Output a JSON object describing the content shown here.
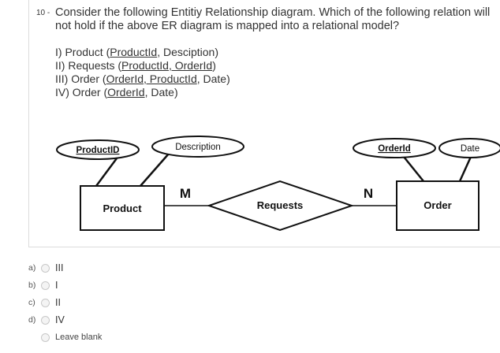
{
  "question": {
    "number": "10 -",
    "text": "Consider the following Entitiy Relationship diagram. Which of the following relation will not hold if the above ER diagram is mapped into a relational model?",
    "statements": [
      {
        "prefix": "I) Product (",
        "keys": [
          "ProductId"
        ],
        "rest": ", Desciption)"
      },
      {
        "prefix": "II) Requests (",
        "keys": [
          "ProductId, OrderId"
        ],
        "rest": ")"
      },
      {
        "prefix": "III) Order (",
        "keys": [
          "OrderId, ProductId"
        ],
        "rest": ", Date)"
      },
      {
        "prefix": "IV) Order (",
        "keys": [
          "OrderId"
        ],
        "rest": ", Date)"
      }
    ]
  },
  "diagram": {
    "attr_productid": "ProductID",
    "attr_description": "Description",
    "attr_orderid": "OrderId",
    "attr_date": "Date",
    "entity_product": "Product",
    "relationship_requests": "Requests",
    "entity_order": "Order",
    "card_m": "M",
    "card_n": "N"
  },
  "options": [
    {
      "letter": "a)",
      "label": "III"
    },
    {
      "letter": "b)",
      "label": "I"
    },
    {
      "letter": "c)",
      "label": "II"
    },
    {
      "letter": "d)",
      "label": "IV"
    },
    {
      "letter": "",
      "label": "Leave blank"
    }
  ]
}
